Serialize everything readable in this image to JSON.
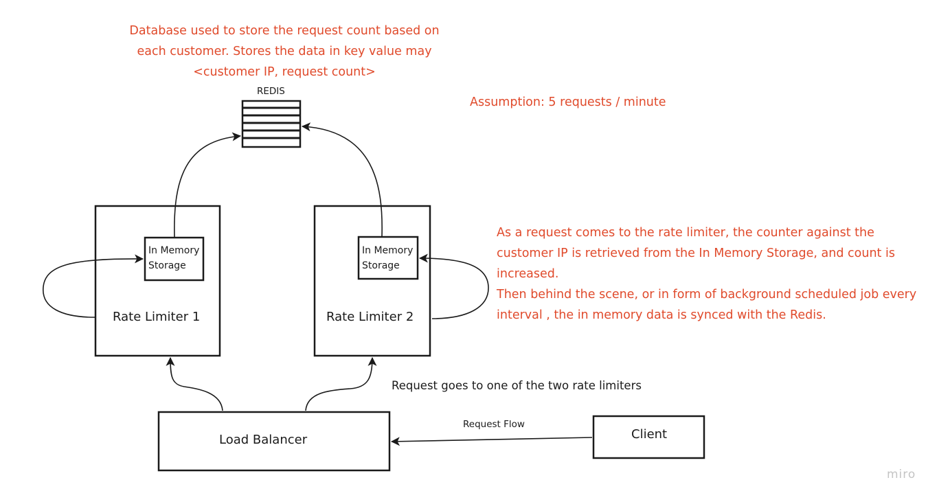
{
  "notes": {
    "database_description": [
      "Database used to store the request count based on",
      "each customer. Stores the data in key value may",
      "<customer IP, request count>"
    ],
    "assumption": "Assumption: 5 requests / minute",
    "flow_description": [
      "As a request comes to the rate limiter, the counter against the customer IP is retrieved from the In Memory Storage, and count is increased.",
      "Then behind the scene, or in form of background scheduled job every interval , the in memory data is synced with the Redis."
    ]
  },
  "nodes": {
    "redis": {
      "label": "REDIS"
    },
    "rate_limiter_1": {
      "label": "Rate Limiter 1",
      "storage_label": [
        "In Memory",
        "Storage"
      ]
    },
    "rate_limiter_2": {
      "label": "Rate Limiter 2",
      "storage_label": [
        "In Memory",
        "Storage"
      ]
    },
    "load_balancer": {
      "label": "Load Balancer"
    },
    "client": {
      "label": "Client"
    }
  },
  "edges": {
    "request_flow_label": "Request Flow",
    "routing_label": "Request goes to one of  the two rate limiters"
  },
  "branding": {
    "watermark": "miro"
  },
  "colors": {
    "note_text": "#e04a2b",
    "stroke": "#1a1a1a",
    "watermark": "#c4c4c4"
  }
}
